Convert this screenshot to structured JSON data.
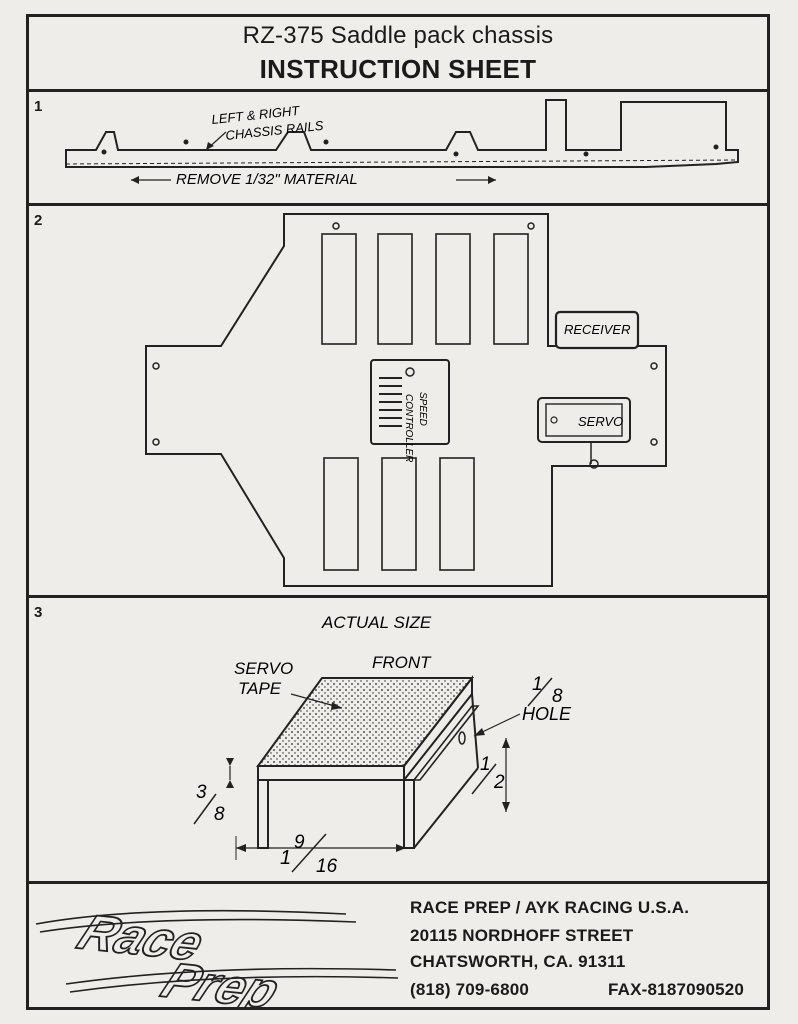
{
  "header": {
    "title": "RZ-375 Saddle pack chassis",
    "subtitle": "INSTRUCTION SHEET"
  },
  "step1": {
    "number": "1",
    "label_rails_1": "LEFT & RIGHT",
    "label_rails_2": "CHASSIS RAILS",
    "label_remove": "REMOVE 1/32\" MATERIAL"
  },
  "step2": {
    "number": "2",
    "receiver": "RECEIVER",
    "speed_controller_1": "SPEED",
    "speed_controller_2": "CONTROLLER",
    "servo": "SERVO"
  },
  "step3": {
    "number": "3",
    "actual_size": "ACTUAL SIZE",
    "front": "FRONT",
    "servo": "SERVO",
    "tape": "TAPE",
    "hole_frac_top": "1",
    "hole_frac_bottom": "8",
    "hole": "HOLE",
    "height_frac_top": "1",
    "height_frac_bottom": "2",
    "side_frac_top": "3",
    "side_frac_bottom": "8",
    "width_whole": "1",
    "width_frac_top": "9",
    "width_frac_bottom": "16"
  },
  "footer": {
    "logo_line1": "Race",
    "logo_line2": "Prep",
    "company": "RACE PREP / AYK RACING U.S.A.",
    "street": "20115 NORDHOFF STREET",
    "city": "CHATSWORTH, CA. 91311",
    "phone": "(818) 709-6800",
    "fax": "FAX-8187090520"
  }
}
